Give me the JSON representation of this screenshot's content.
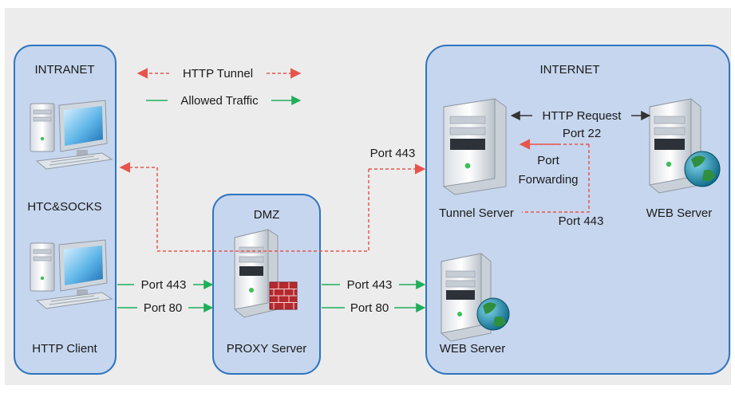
{
  "zones": {
    "intranet": "INTRANET",
    "dmz": "DMZ",
    "internet": "INTERNET"
  },
  "legend": {
    "tunnel": "HTTP Tunnel",
    "allowed": "Allowed Traffic"
  },
  "nodes": {
    "htc_socks": "HTC&SOCKS",
    "http_client": "HTTP Client",
    "proxy_server": "PROXY Server",
    "tunnel_server": "Tunnel Server",
    "web_server_top": "WEB Server",
    "web_server_bottom": "WEB Server"
  },
  "links": {
    "client_443": "Port 443",
    "client_80": "Port 80",
    "proxy_443": "Port 443",
    "proxy_80": "Port 80",
    "tunnel_port_443": "Port 443",
    "http_request": "HTTP Request",
    "port_22": "Port 22",
    "port_forwarding_1": "Port",
    "port_forwarding_2": "Forwarding",
    "port_443_lower": "Port 443"
  },
  "colors": {
    "background": "#ececec",
    "zone_fill": "#c6d6ee",
    "zone_stroke": "#2e75c0",
    "tunnel": "#e8544c",
    "allowed": "#1fae5a",
    "request": "#333333"
  }
}
